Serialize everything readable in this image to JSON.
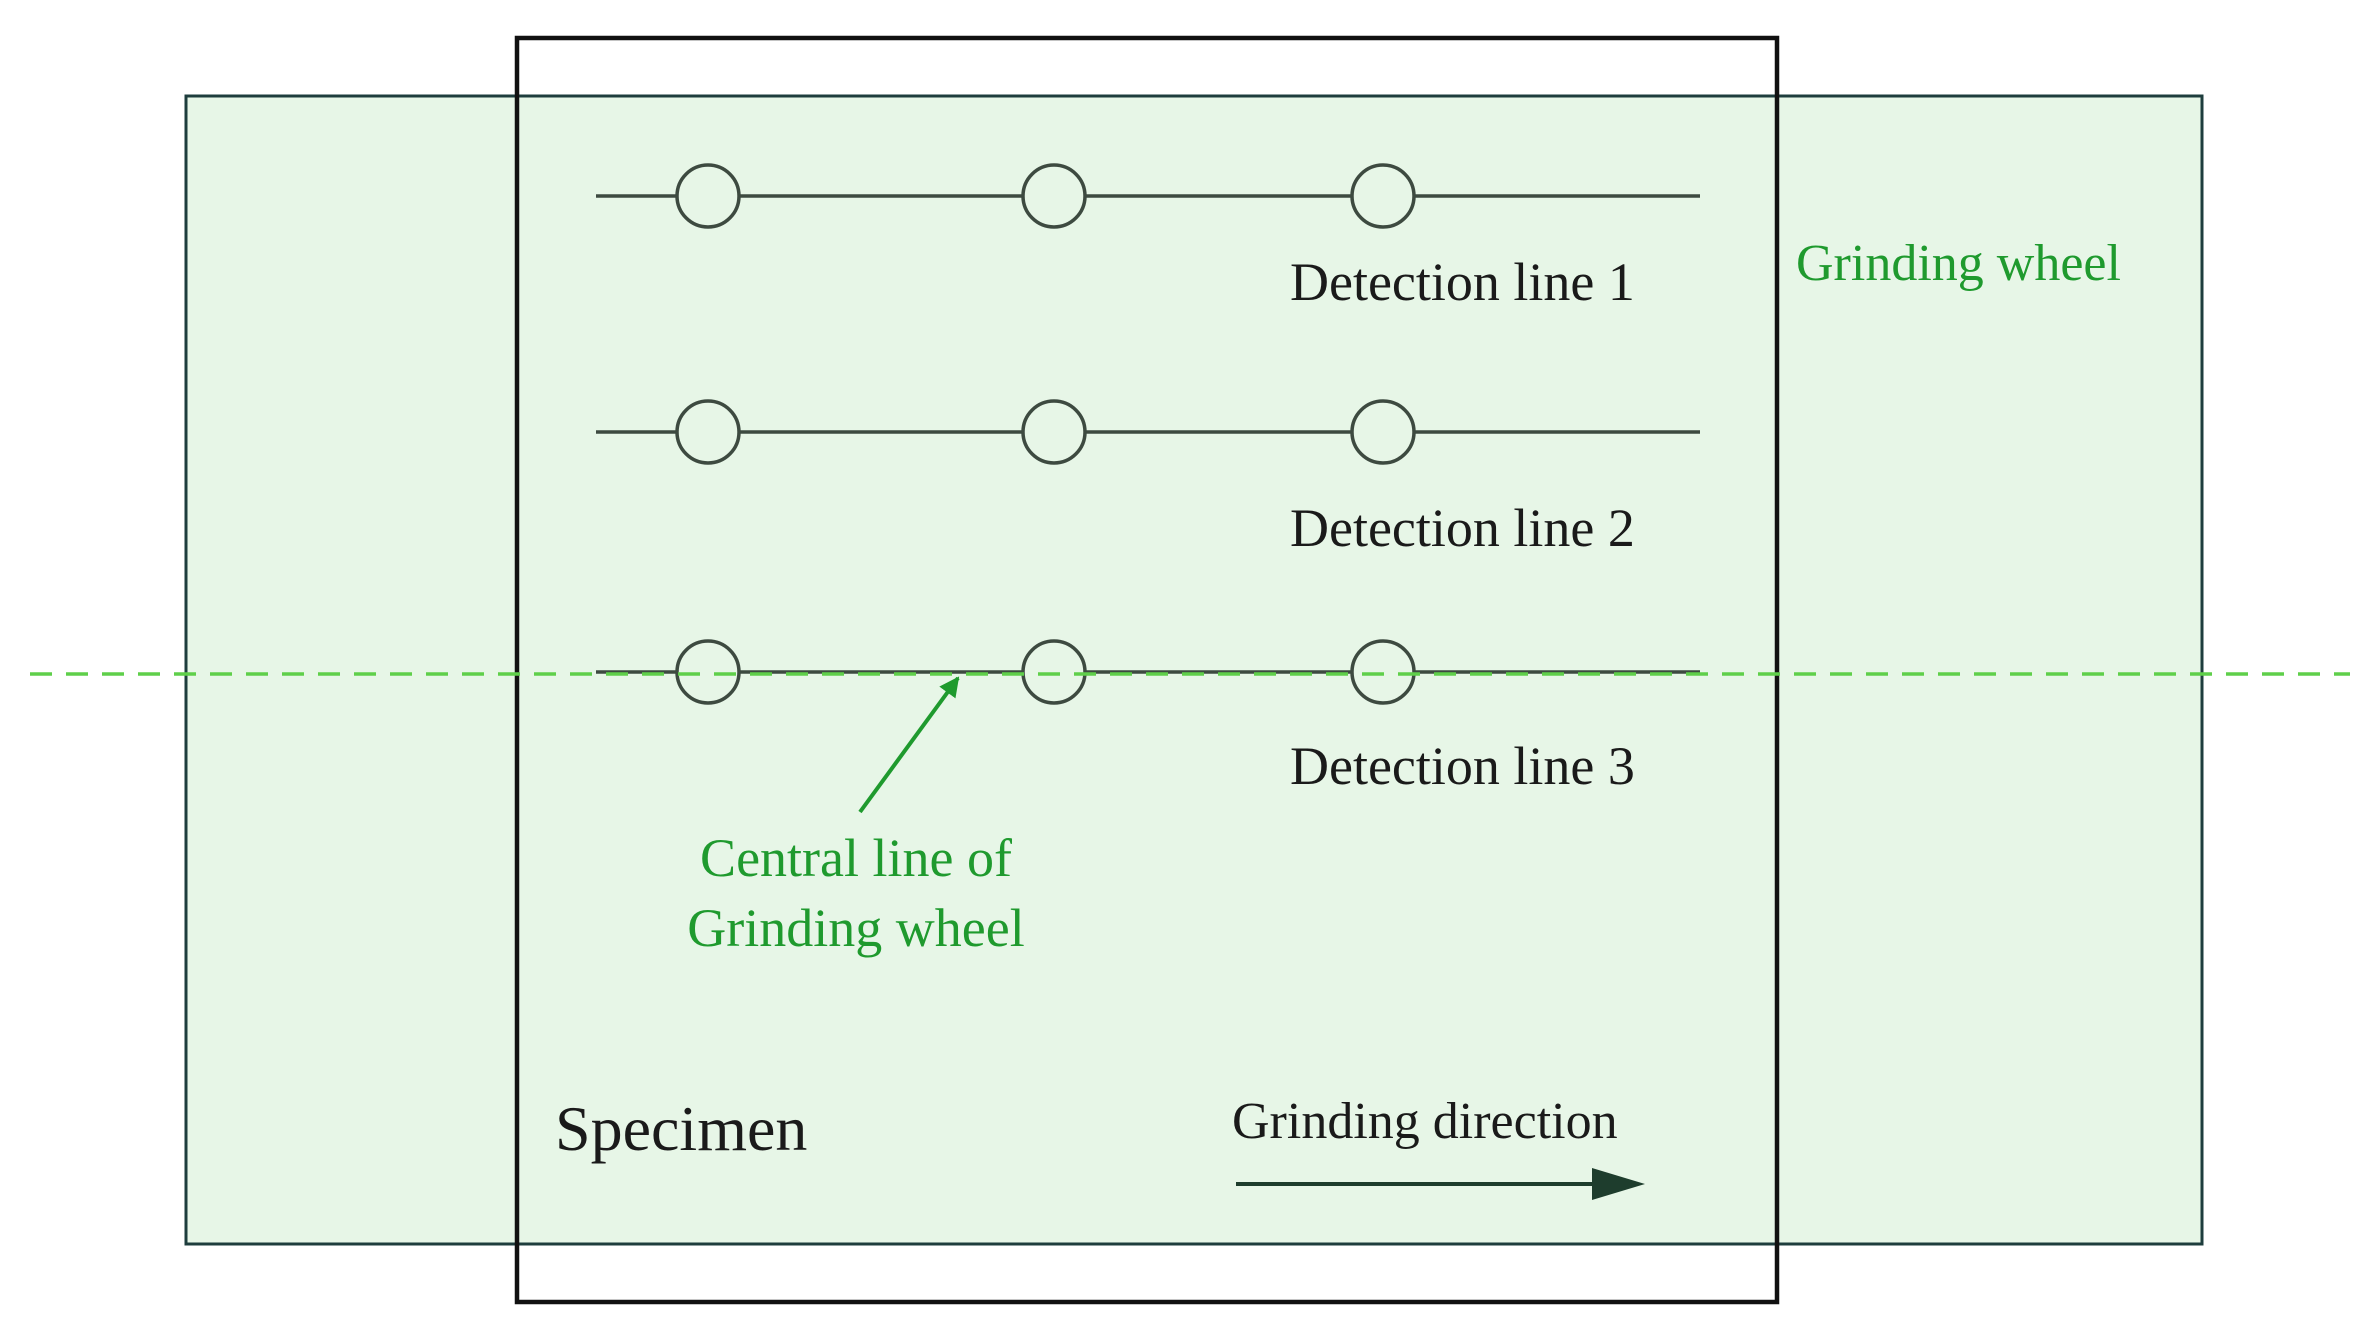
{
  "labels": {
    "grinding_wheel": "Grinding wheel",
    "specimen": "Specimen",
    "grinding_direction": "Grinding direction",
    "central_line": [
      "Central line of",
      "Grinding wheel"
    ]
  },
  "detection_lines": [
    {
      "label": "Detection line 1"
    },
    {
      "label": "Detection line 2"
    },
    {
      "label": "Detection line 3"
    }
  ],
  "points_per_line": 3,
  "colors": {
    "wheel_fill": "#e7f6e7",
    "wheel_stroke": "#1e3d3d",
    "specimen_stroke": "#111111",
    "line_stroke": "#3d4a40",
    "point_stroke": "#3d4a40",
    "center_dash": "#5fcf4a",
    "green_text": "#1f9a2e",
    "dark_text": "#1a1a1a",
    "arrow": "#1e3d2d"
  }
}
